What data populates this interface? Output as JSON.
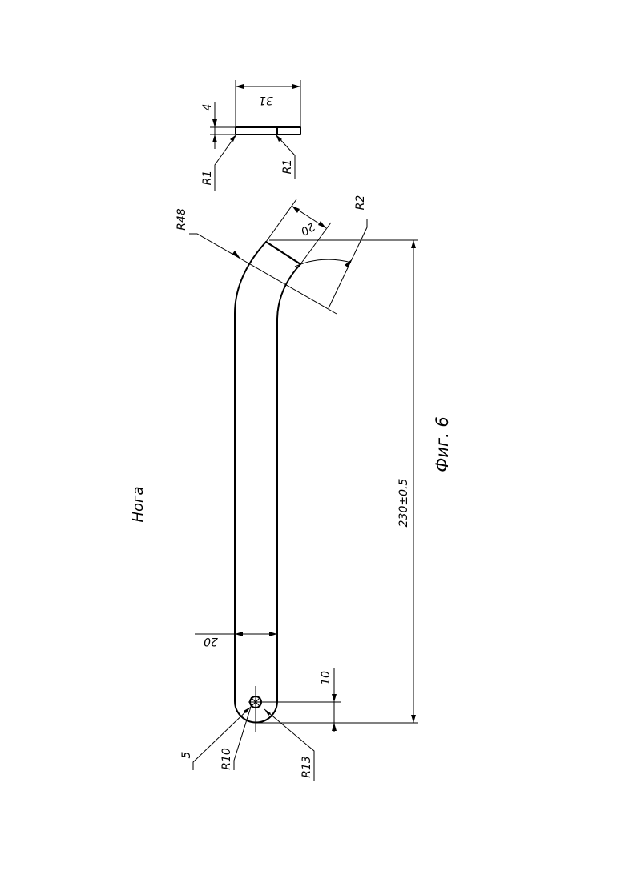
{
  "drawing": {
    "part_name": "Нога",
    "figure_caption": "Фиг. 6",
    "dimensions": {
      "overall_length": "230±0.5",
      "top_width": "31",
      "thickness": "4",
      "edge_radius_left": "R1",
      "edge_radius_right": "R1",
      "bend_radius": "R48",
      "inner_radius": "R2",
      "end_width": "20",
      "bar_width": "20",
      "hole_offset": "10",
      "hole_diameter": "5",
      "hole_radius": "R10",
      "end_radius": "R13"
    }
  }
}
